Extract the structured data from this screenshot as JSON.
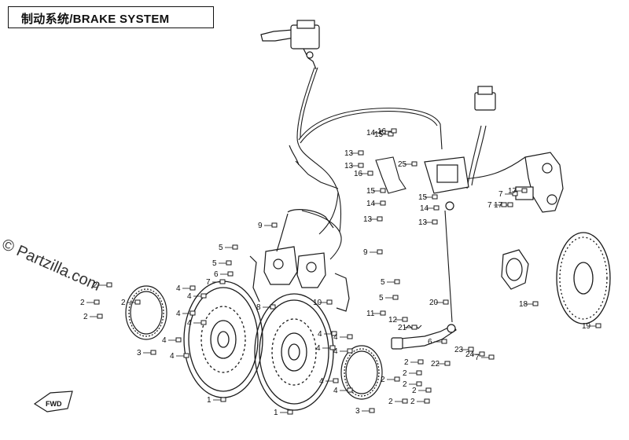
{
  "title": "制动系统/BRAKE SYSTEM",
  "watermark": "© Partzilla.com",
  "fwd_label": "FWD",
  "colors": {
    "line": "#1a1a1a",
    "label": "#111111",
    "bg": "#ffffff"
  },
  "callouts": [
    "1",
    "1",
    "2",
    "2",
    "2",
    "2",
    "2",
    "2",
    "2",
    "2",
    "2",
    "2",
    "2",
    "3",
    "3",
    "4",
    "4",
    "4",
    "4",
    "4",
    "4",
    "4",
    "4",
    "4",
    "4",
    "4",
    "4",
    "5",
    "5",
    "5",
    "5",
    "6",
    "6",
    "7",
    "7",
    "7",
    "7",
    "8",
    "9",
    "9",
    "10",
    "11",
    "12",
    "13",
    "13",
    "13",
    "13",
    "14",
    "14",
    "14",
    "15",
    "15",
    "15",
    "16",
    "16",
    "17",
    "17",
    "18",
    "19",
    "20",
    "21",
    "22",
    "23",
    "24",
    "25"
  ]
}
